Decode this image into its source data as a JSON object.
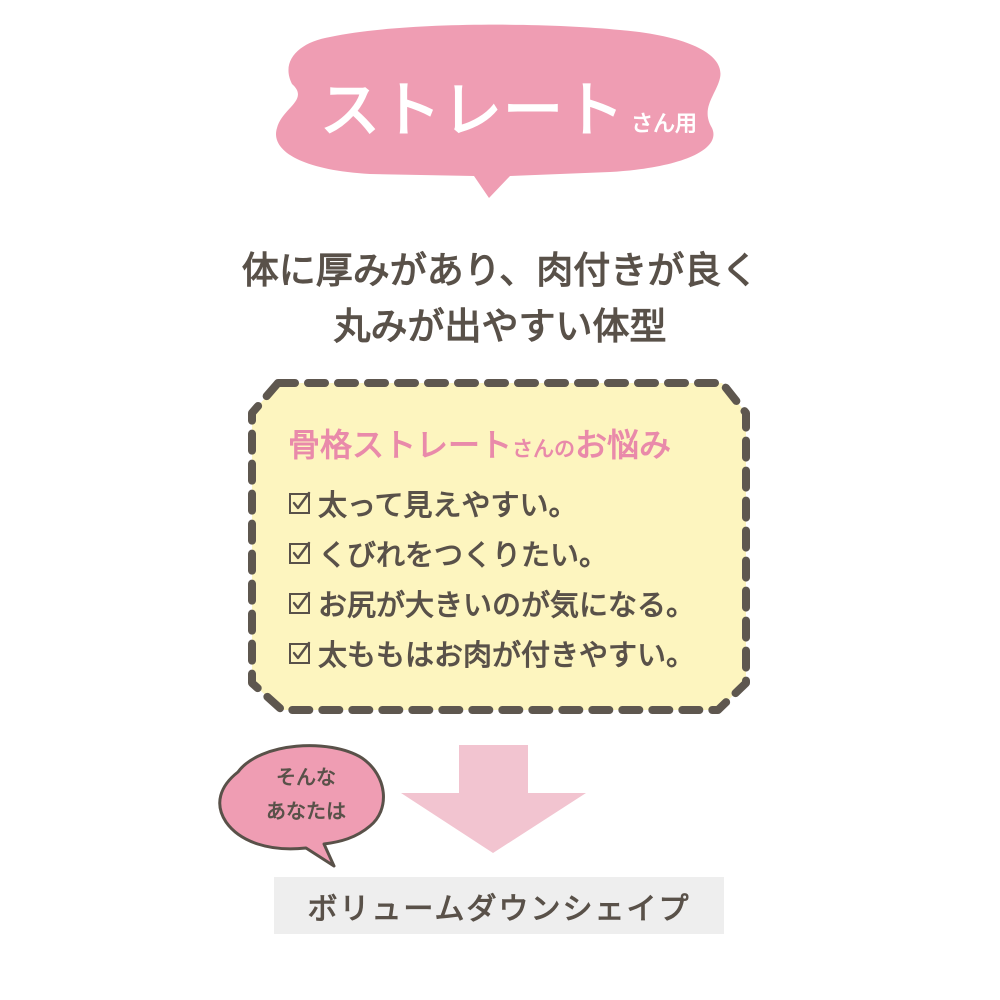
{
  "title": {
    "main": "ストレート",
    "sub": "さん用"
  },
  "description": {
    "line1": "体に厚みがあり、肉付きが良く",
    "line2": "丸みが出やすい体型"
  },
  "concerns": {
    "heading_main": "骨格ストレート",
    "heading_small": "さんの",
    "heading_end": "お悩み",
    "items": [
      "太って見えやすい。",
      "くびれをつくりたい。",
      "お尻が大きいのが気になる。",
      "太ももはお肉が付きやすい。"
    ]
  },
  "callout": {
    "line1": "そんな",
    "line2": "あなたは"
  },
  "result": {
    "label": "ボリュームダウンシェイプ"
  },
  "colors": {
    "pink": "#ef9db3",
    "heading_pink": "#e98aaa",
    "yellow": "#fdf5bf",
    "dashed_border": "#5e574f",
    "arrow": "#f2c4d0",
    "text": "#595149",
    "result_bg": "#eeeeee"
  },
  "icons": {
    "checkbox": "checked-box-icon",
    "arrow": "down-arrow-icon"
  }
}
